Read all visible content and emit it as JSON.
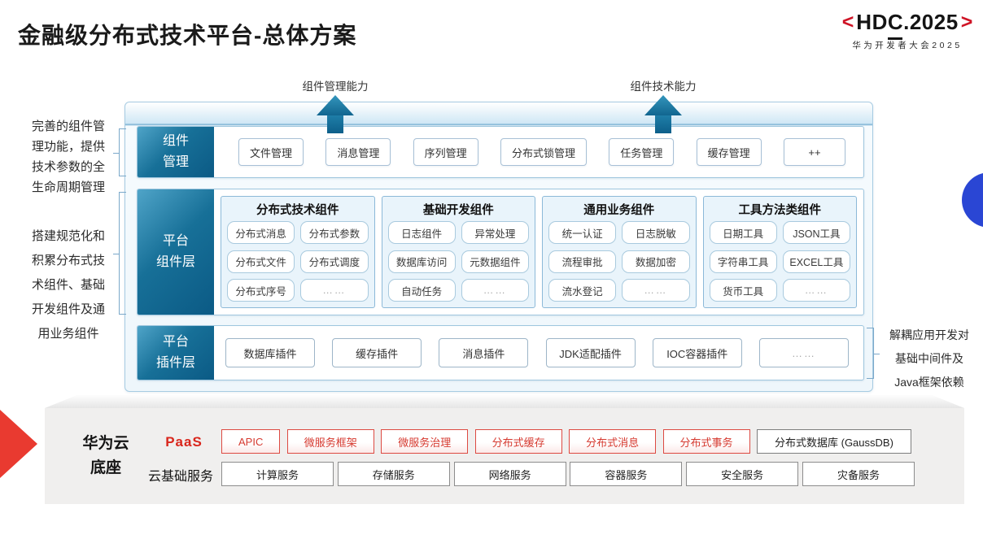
{
  "page": {
    "title": "金融级分布式技术平台-总体方案"
  },
  "logo": {
    "bracket_left": "<",
    "name": "HDC.2025",
    "bracket_right": ">",
    "subtitle": "华为开发者大会2025"
  },
  "capability_arrows": {
    "left": "组件管理能力",
    "right": "组件技术能力"
  },
  "annotations": {
    "left_top": "完善的组件管\n理功能，提供\n技术参数的全\n生命周期管理",
    "left_middle": "搭建规范化和\n积累分布式技\n术组件、基础\n开发组件及通\n用业务组件",
    "right": "解耦应用开发对\n基础中间件及\nJava框架依赖"
  },
  "rows": {
    "component_mgmt": {
      "label": "组件\n管理",
      "items": [
        "文件管理",
        "消息管理",
        "序列管理",
        "分布式锁管理",
        "任务管理",
        "缓存管理",
        "++"
      ]
    },
    "component_layer": {
      "label": "平台\n组件层",
      "columns": [
        {
          "title": "分布式技术组件",
          "items": [
            "分布式消息",
            "分布式参数",
            "分布式文件",
            "分布式调度",
            "分布式序号",
            "……"
          ]
        },
        {
          "title": "基础开发组件",
          "items": [
            "日志组件",
            "异常处理",
            "数据库访问",
            "元数据组件",
            "自动任务",
            "……"
          ]
        },
        {
          "title": "通用业务组件",
          "items": [
            "统一认证",
            "日志脱敏",
            "流程审批",
            "数据加密",
            "流水登记",
            "……"
          ]
        },
        {
          "title": "工具方法类组件",
          "items": [
            "日期工具",
            "JSON工具",
            "字符串工具",
            "EXCEL工具",
            "货币工具",
            "……"
          ]
        }
      ]
    },
    "plugin_layer": {
      "label": "平台\n插件层",
      "items": [
        "数据库插件",
        "缓存插件",
        "消息插件",
        "JDK适配插件",
        "IOC容器插件",
        "……"
      ]
    }
  },
  "cloud": {
    "label": "华为云\n底座",
    "paas": {
      "label": "PaaS",
      "items": [
        "APIC",
        "微服务框架",
        "微服务治理",
        "分布式缓存",
        "分布式消息",
        "分布式事务"
      ],
      "db": "分布式数据库 (GaussDB)"
    },
    "iaas": {
      "label": "云基础服务",
      "items": [
        "计算服务",
        "存储服务",
        "网络服务",
        "容器服务",
        "安全服务",
        "灾备服务"
      ]
    }
  },
  "colors": {
    "teal_dark": "#0b5a85",
    "teal_light": "#4fa4c8",
    "panel_blue": "#e9f4fb",
    "red_accent": "#d9261c",
    "logo_red": "#cf1426",
    "blue_circle": "#2a46d4",
    "platform_gray": "#f0efee"
  }
}
